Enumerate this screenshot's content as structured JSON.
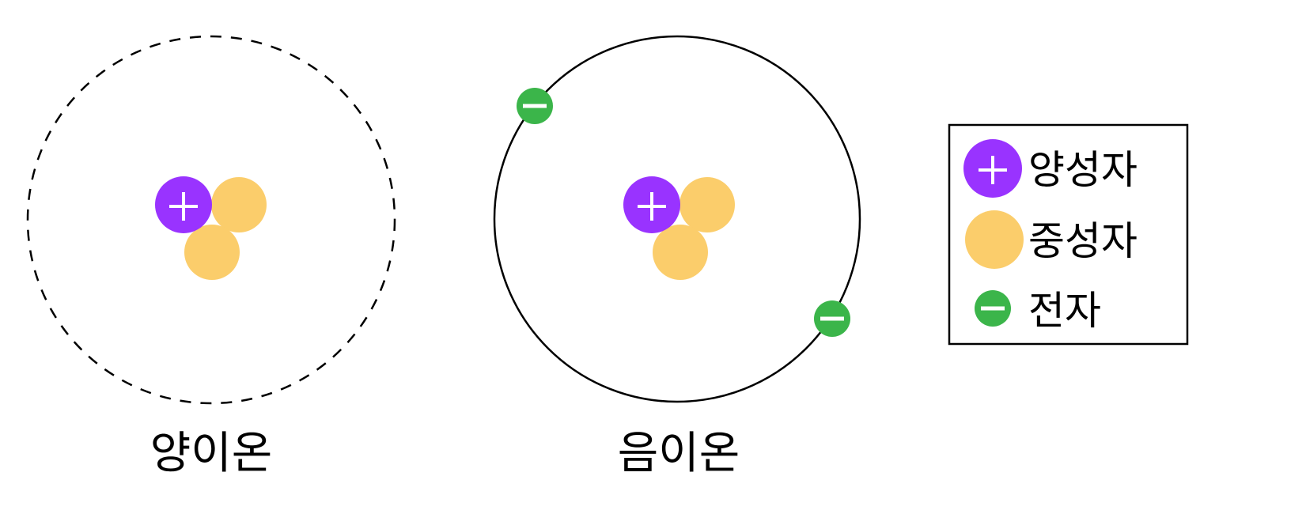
{
  "colors": {
    "proton": "#9933ff",
    "neutron": "#fbcd6b",
    "electron": "#3bb54a"
  },
  "atoms": [
    {
      "label": "양이온",
      "orbit": "dashed",
      "electrons": 0
    },
    {
      "label": "음이온",
      "orbit": "solid",
      "electrons": 2
    }
  ],
  "legend": {
    "items": [
      {
        "label": "양성자",
        "icon": "proton-icon"
      },
      {
        "label": "중성자",
        "icon": "neutron-icon"
      },
      {
        "label": "전자",
        "icon": "electron-icon"
      }
    ]
  }
}
